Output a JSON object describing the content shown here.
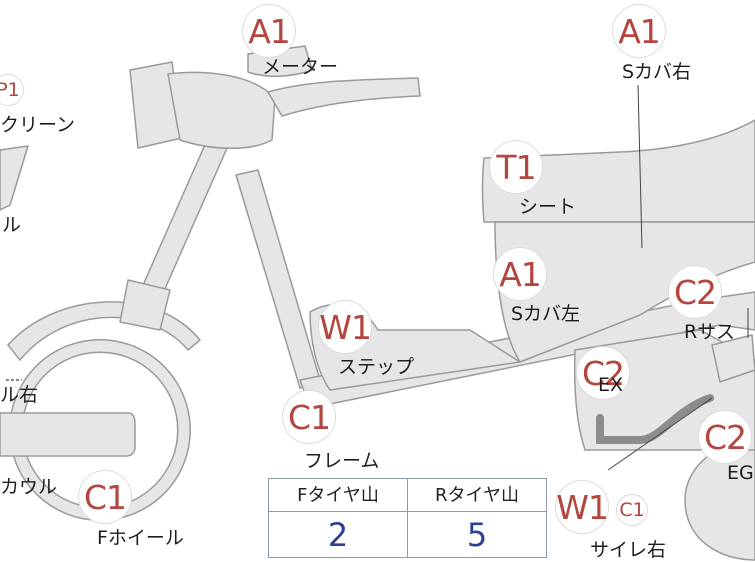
{
  "colors": {
    "part_fill": "#e6e6e6",
    "part_stroke": "#9a9a9a",
    "badge_text": "#b5453f",
    "value_text": "#2e3f96"
  },
  "badges": {
    "meter": "A1",
    "side_cover_right": "A1",
    "screen": "P1",
    "seat": "T1",
    "side_cover_left": "A1",
    "step": "W1",
    "rear_suspension": "C2",
    "exhaust": "C2",
    "frame": "C1",
    "engine": "C2",
    "front_wheel": "C1",
    "muffler_right_a": "W1",
    "muffler_right_b": "C1"
  },
  "labels": {
    "meter": "メーター",
    "side_cover_right": "Sカバ右",
    "screen": "クリーン",
    "left_partial_1": "ル",
    "seat": "シート",
    "side_cover_left": "Sカバ左",
    "step": "ステップ",
    "rear_suspension": "Rサス",
    "left_partial_2": "ル右",
    "exhaust": "EX",
    "frame": "フレーム",
    "engine": "EG",
    "front_cowl": "カウル",
    "front_wheel": "Fホイール",
    "muffler_right": "サイレ右"
  },
  "tire_table": {
    "front_header": "Fタイヤ山",
    "rear_header": "Rタイヤ山",
    "front_value": "2",
    "rear_value": "5"
  }
}
